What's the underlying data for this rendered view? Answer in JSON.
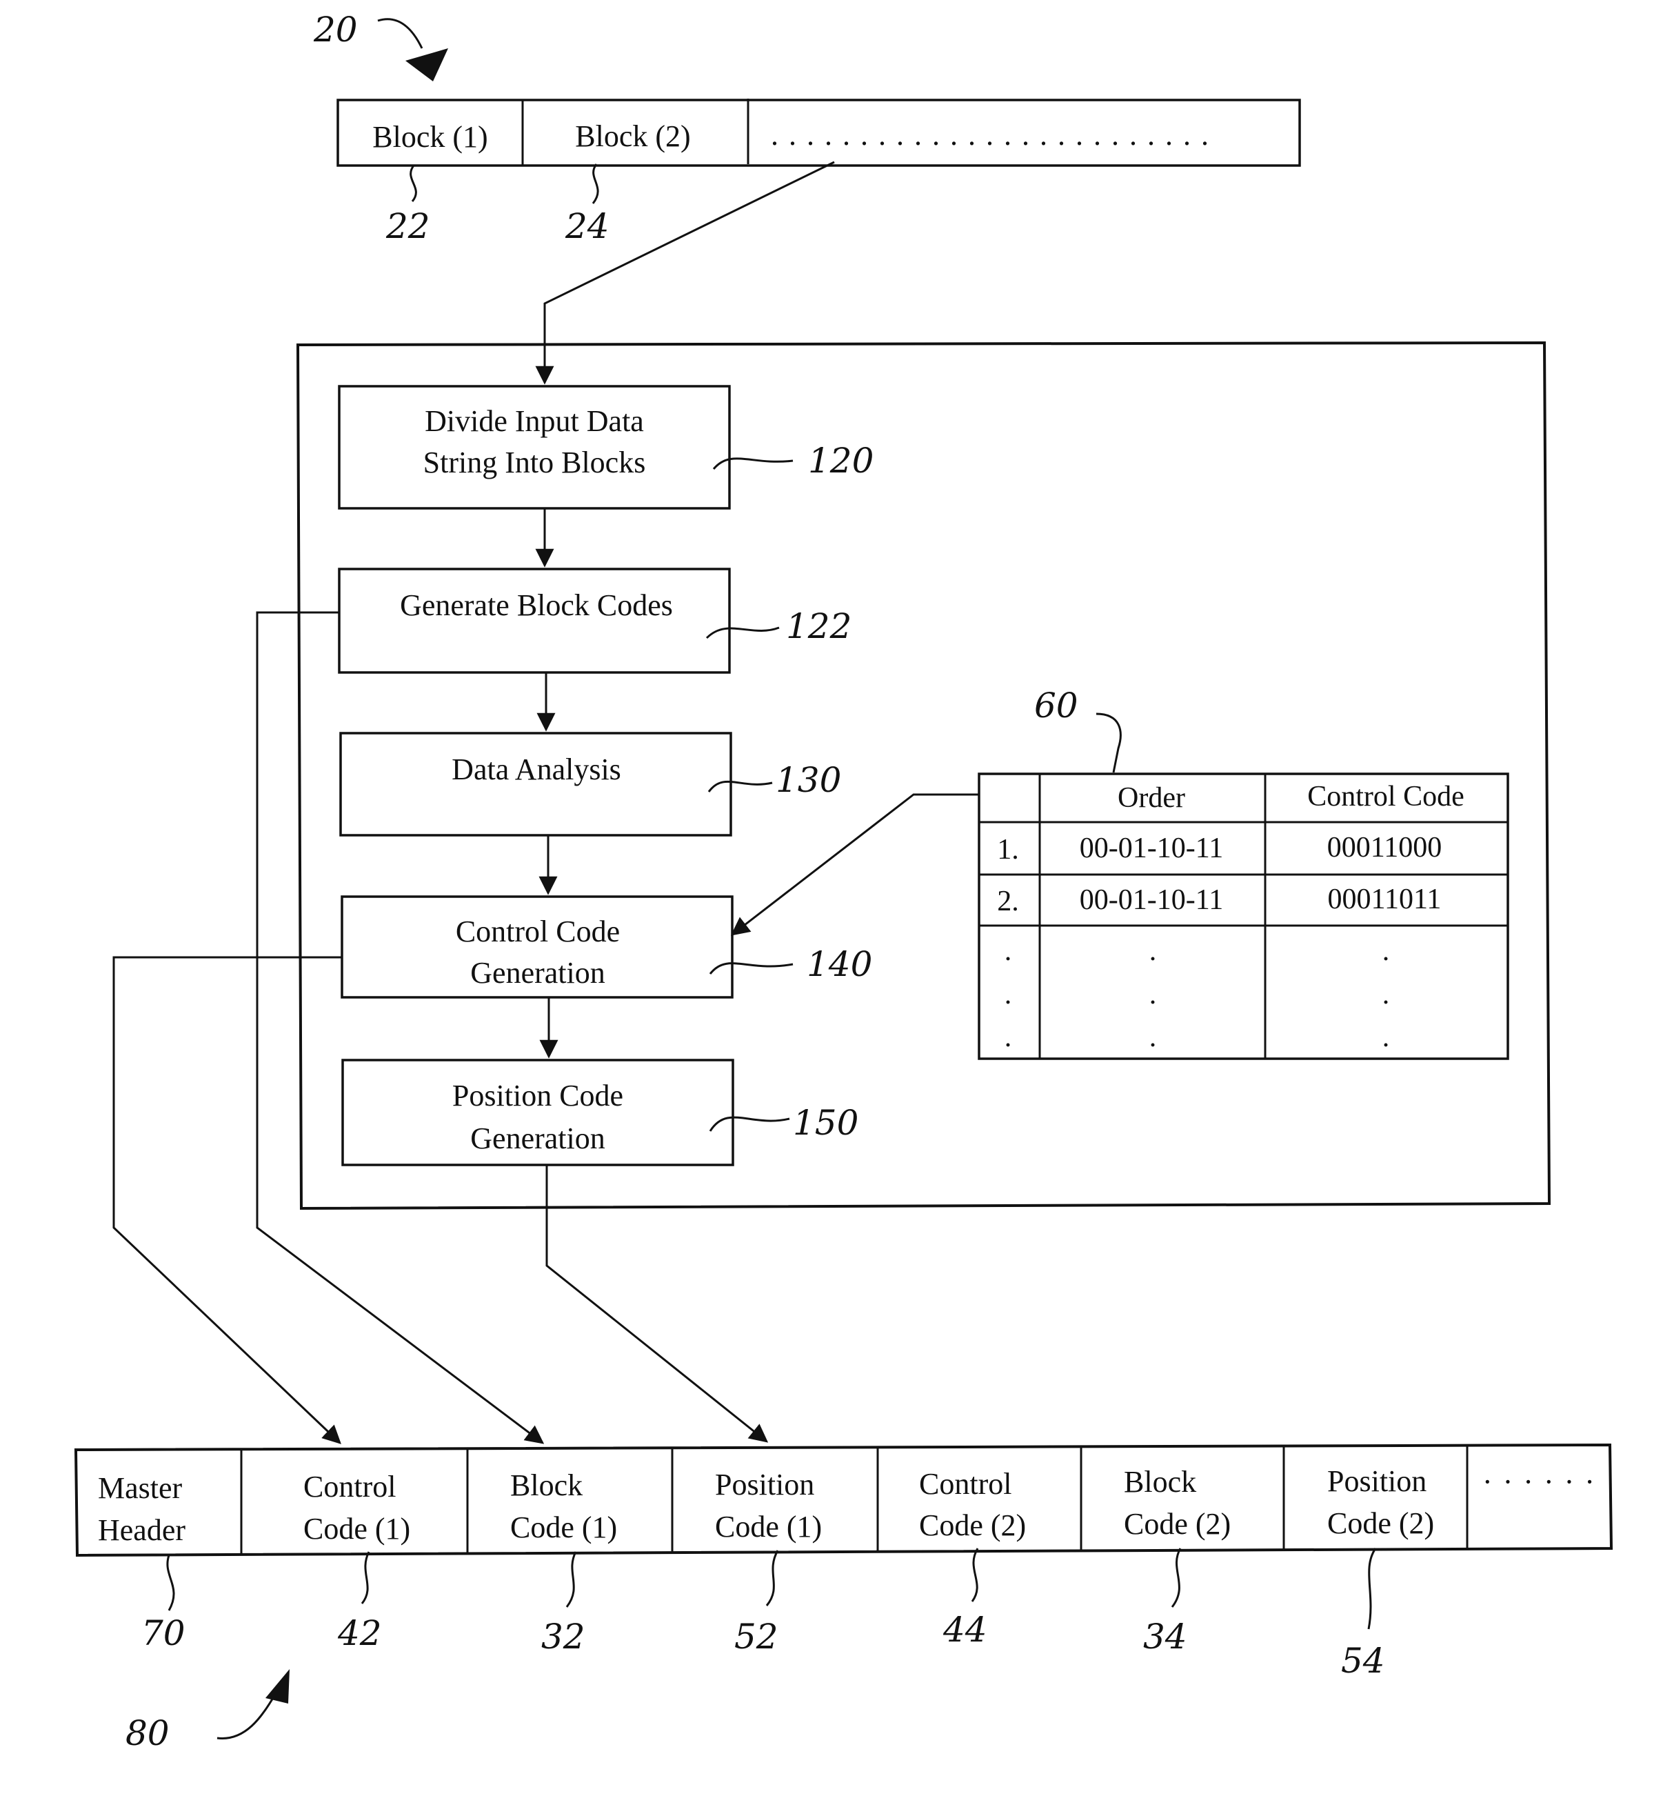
{
  "input_string": {
    "ref": "20",
    "blocks": [
      {
        "label": "Block (1)",
        "ref": "22"
      },
      {
        "label": "Block (2)",
        "ref": "24"
      }
    ],
    "ellipsis": ". . . . . . . . . . . . . . . . . . . . . . . . ."
  },
  "process_steps": [
    {
      "line1": "Divide Input Data",
      "line2": "String Into Blocks",
      "ref": "120"
    },
    {
      "line1": "Generate Block Codes",
      "line2": "",
      "ref": "122"
    },
    {
      "line1": "Data Analysis",
      "line2": "",
      "ref": "130"
    },
    {
      "line1": "Control Code",
      "line2": "Generation",
      "ref": "140"
    },
    {
      "line1": "Position Code",
      "line2": "Generation",
      "ref": "150"
    }
  ],
  "control_table": {
    "ref": "60",
    "headers": [
      "",
      "Order",
      "Control Code"
    ],
    "rows": [
      [
        "1.",
        "00-01-10-11",
        "00011000"
      ],
      [
        "2.",
        "00-01-10-11",
        "00011011"
      ]
    ],
    "continuation": "."
  },
  "output_string": {
    "ref": "80",
    "cells": [
      {
        "line1": "Master",
        "line2": "Header",
        "ref": "70"
      },
      {
        "line1": "Control",
        "line2": "Code (1)",
        "ref": "42"
      },
      {
        "line1": "Block",
        "line2": "Code (1)",
        "ref": "32"
      },
      {
        "line1": "Position",
        "line2": "Code (1)",
        "ref": "52"
      },
      {
        "line1": "Control",
        "line2": "Code (2)",
        "ref": "44"
      },
      {
        "line1": "Block",
        "line2": "Code (2)",
        "ref": "34"
      },
      {
        "line1": "Position",
        "line2": "Code (2)",
        "ref": "54"
      }
    ],
    "ellipsis": "· · · · · ·"
  }
}
